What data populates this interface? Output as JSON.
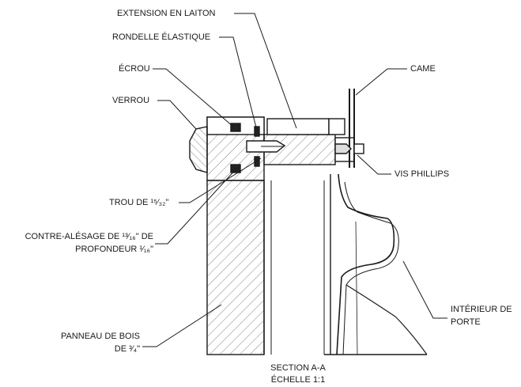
{
  "labels": {
    "extension": "EXTENSION EN LAITON",
    "rondelle": "RONDELLE ÉLASTIQUE",
    "ecrou": "ÉCROU",
    "verrou": "VERROU",
    "came": "CAME",
    "vis": "VIS PHILLIPS",
    "trou": "TROU DE ¹⁵⁄₃₂\"",
    "contre_line1": "CONTRE-ALÉSAGE DE ¹³⁄₁₆\" DE",
    "contre_line2": "PROFONDEUR ¹⁄₁₆\"",
    "panneau_line1": "PANNEAU DE BOIS",
    "panneau_line2": "DE ³⁄₄\"",
    "interieur_line1": "INTÉRIEUR DE",
    "interieur_line2": "PORTE",
    "section": "SECTION A-A",
    "echelle": "ÉCHELLE 1:1"
  },
  "colors": {
    "line": "#1a1a1a",
    "hatch": "#555555"
  }
}
